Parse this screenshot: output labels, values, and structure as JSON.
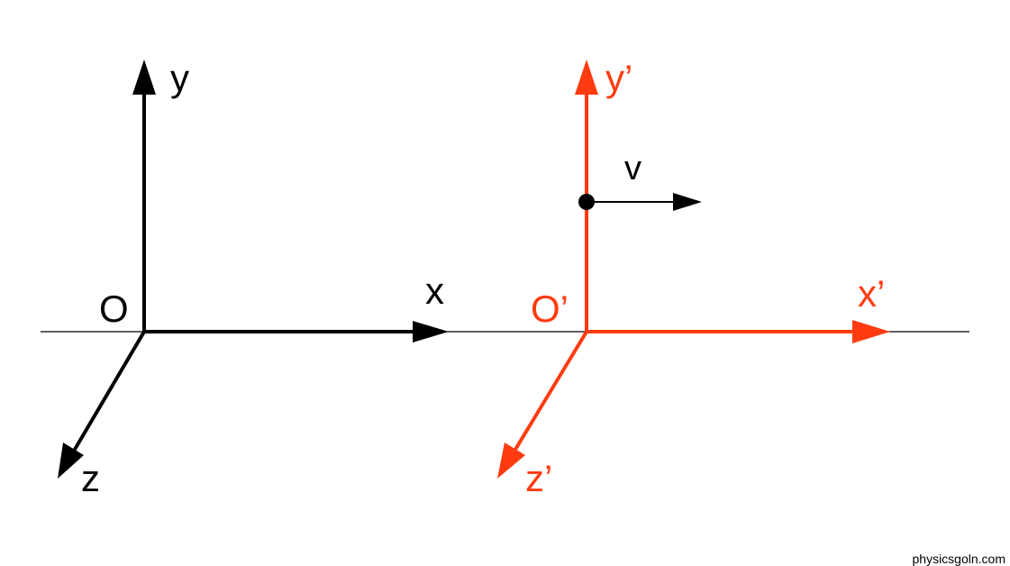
{
  "colors": {
    "frame_S": "#000000",
    "frame_S_prime": "#ff3b0f",
    "baseline": "#000000",
    "velocity": "#000000"
  },
  "frame_S": {
    "origin_label": "O",
    "x_label": "x",
    "y_label": "y",
    "z_label": "z"
  },
  "frame_S_prime": {
    "origin_label": "O’",
    "x_label": "x’",
    "y_label": "y’",
    "z_label": "z’"
  },
  "velocity": {
    "label": "v"
  },
  "watermark": "physicsgoln.com"
}
